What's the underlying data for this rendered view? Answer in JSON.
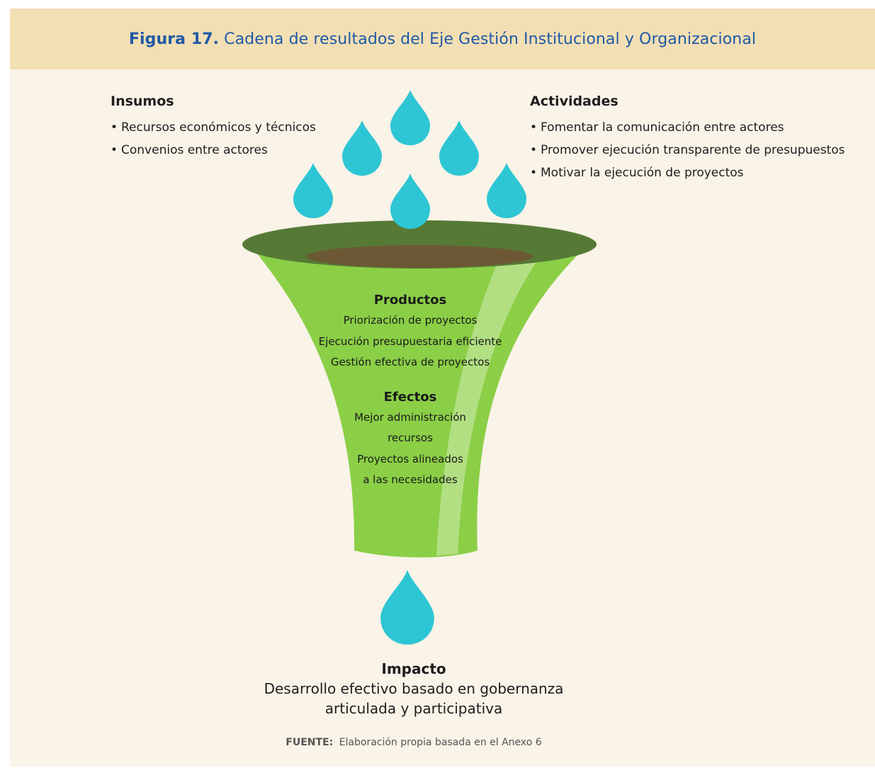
{
  "header": {
    "figure_number": "Figura 17.",
    "title": "Cadena de resultados del Eje Gestión Institucional y Organizacional"
  },
  "insumos": {
    "heading": "Insumos",
    "items": [
      "Recursos económicos y técnicos",
      "Convenios entre actores"
    ]
  },
  "actividades": {
    "heading": "Actividades",
    "items": [
      "Fomentar la comunicación entre actores",
      "Promover ejecución transparente de presupuestos",
      "Motivar la ejecución de proyectos"
    ]
  },
  "productos": {
    "heading": "Productos",
    "items": [
      "Priorización de proyectos",
      "Ejecución presupuestaria eficiente",
      "Gestión efectiva de proyectos"
    ]
  },
  "efectos": {
    "heading": "Efectos",
    "items": [
      "Mejor administración",
      "recursos",
      "Proyectos alineados",
      "a las necesidades"
    ]
  },
  "impacto": {
    "heading": "Impacto",
    "lines": [
      "Desarrollo efectivo basado en gobernanza",
      "articulada y participativa"
    ]
  },
  "fuente": {
    "label": "FUENTE:",
    "text": "Elaboración propia basada en el Anexo 6"
  },
  "colors": {
    "header_bg": "#f3dfb4",
    "panel_bg": "#faf3e8",
    "title_blue": "#1f5aa6",
    "drop": "#2ec6d4",
    "funnel": "#8bcf47",
    "funnel_rim": "#567a35",
    "funnel_inner": "#6c5834"
  }
}
